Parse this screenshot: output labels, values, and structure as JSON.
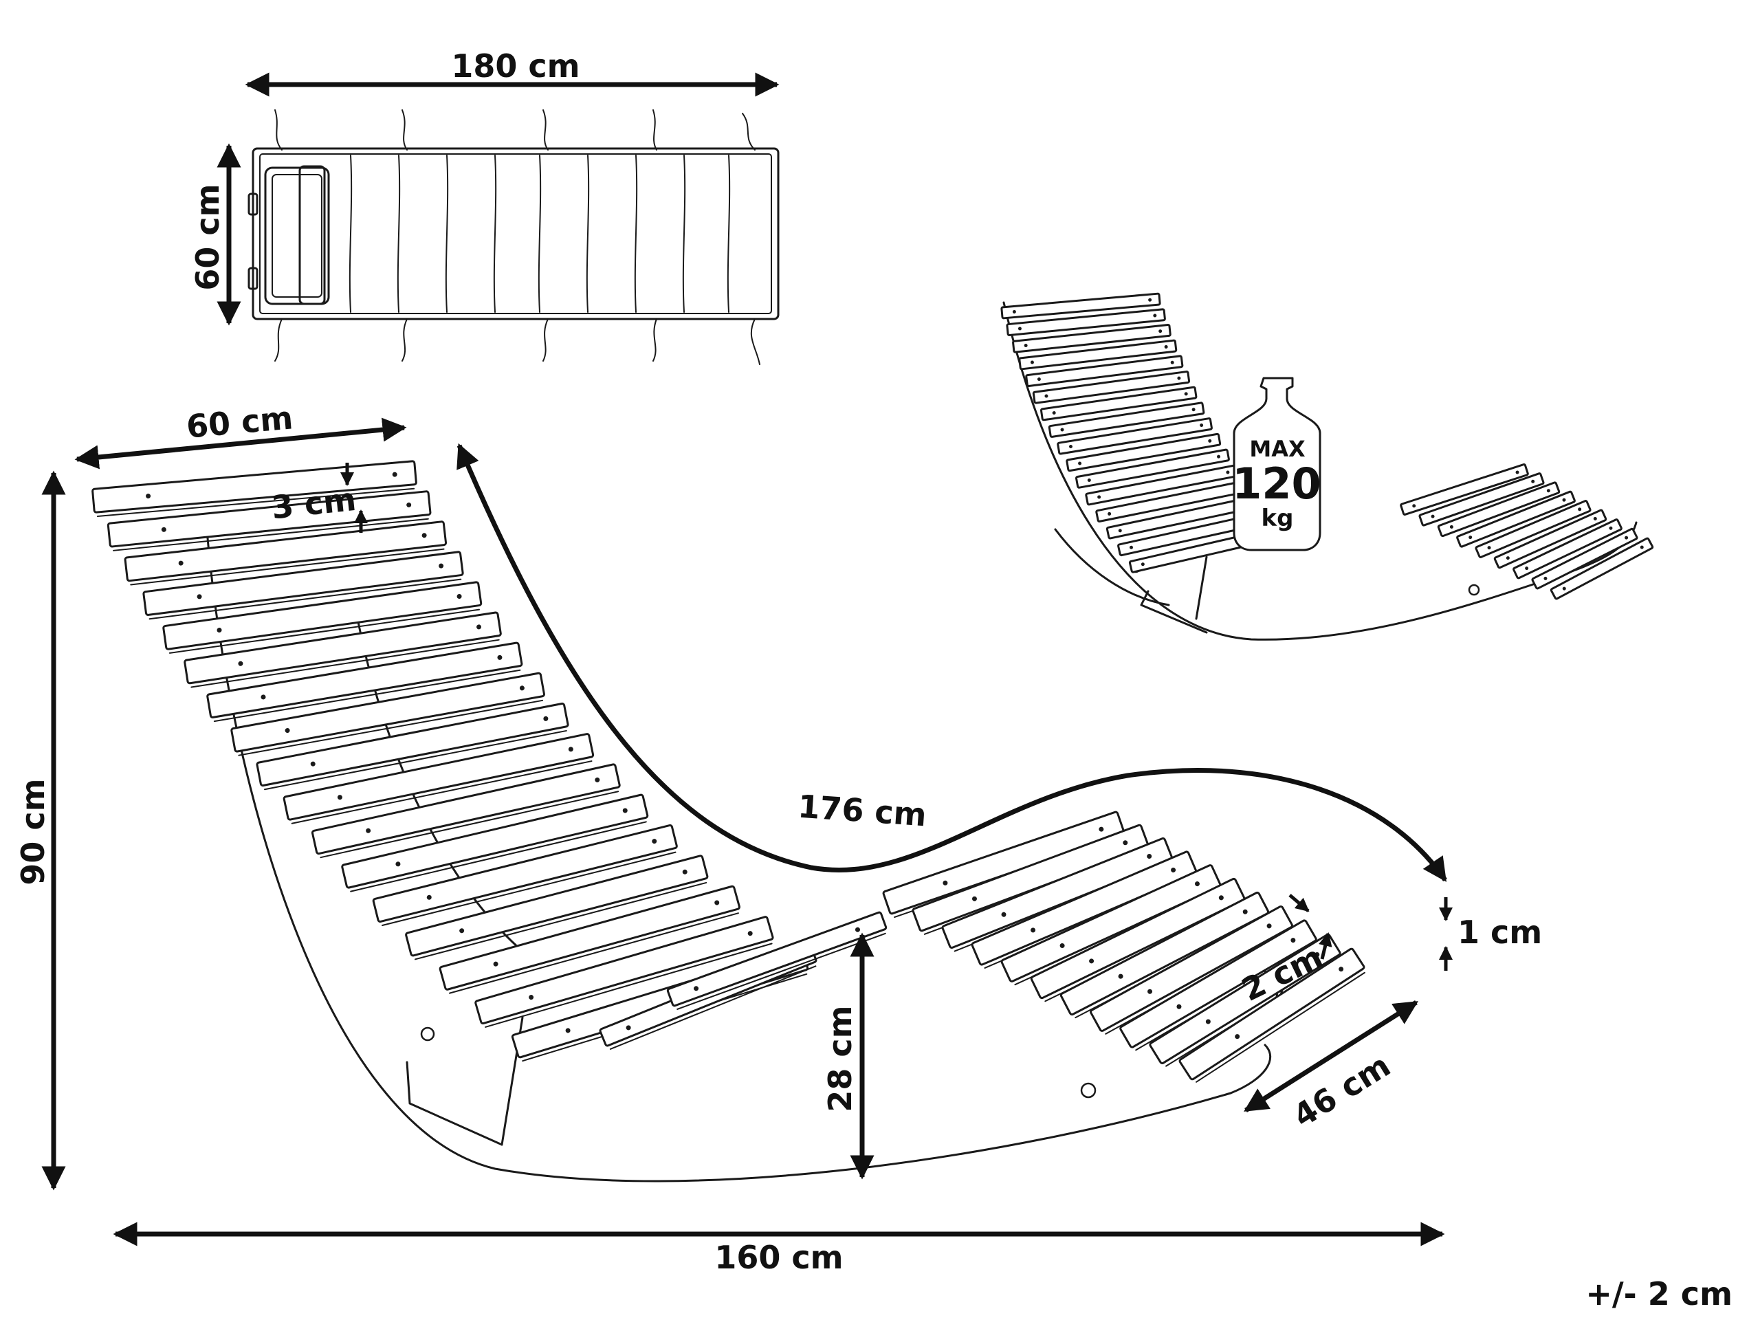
{
  "diagram": {
    "dimensions": {
      "cushion_length": "180 cm",
      "cushion_width": "60 cm",
      "lounger_width": "60 cm",
      "slat_gap": "3 cm",
      "height": "90 cm",
      "curve_length": "176 cm",
      "seat_height": "28 cm",
      "slat_thickness": "1 cm",
      "slat_width": "2 cm",
      "footrest_length": "46 cm",
      "total_length": "160 cm"
    },
    "badge": {
      "max_label": "MAX",
      "max_value": "120",
      "unit": "kg"
    },
    "tolerance": "+/- 2 cm"
  }
}
